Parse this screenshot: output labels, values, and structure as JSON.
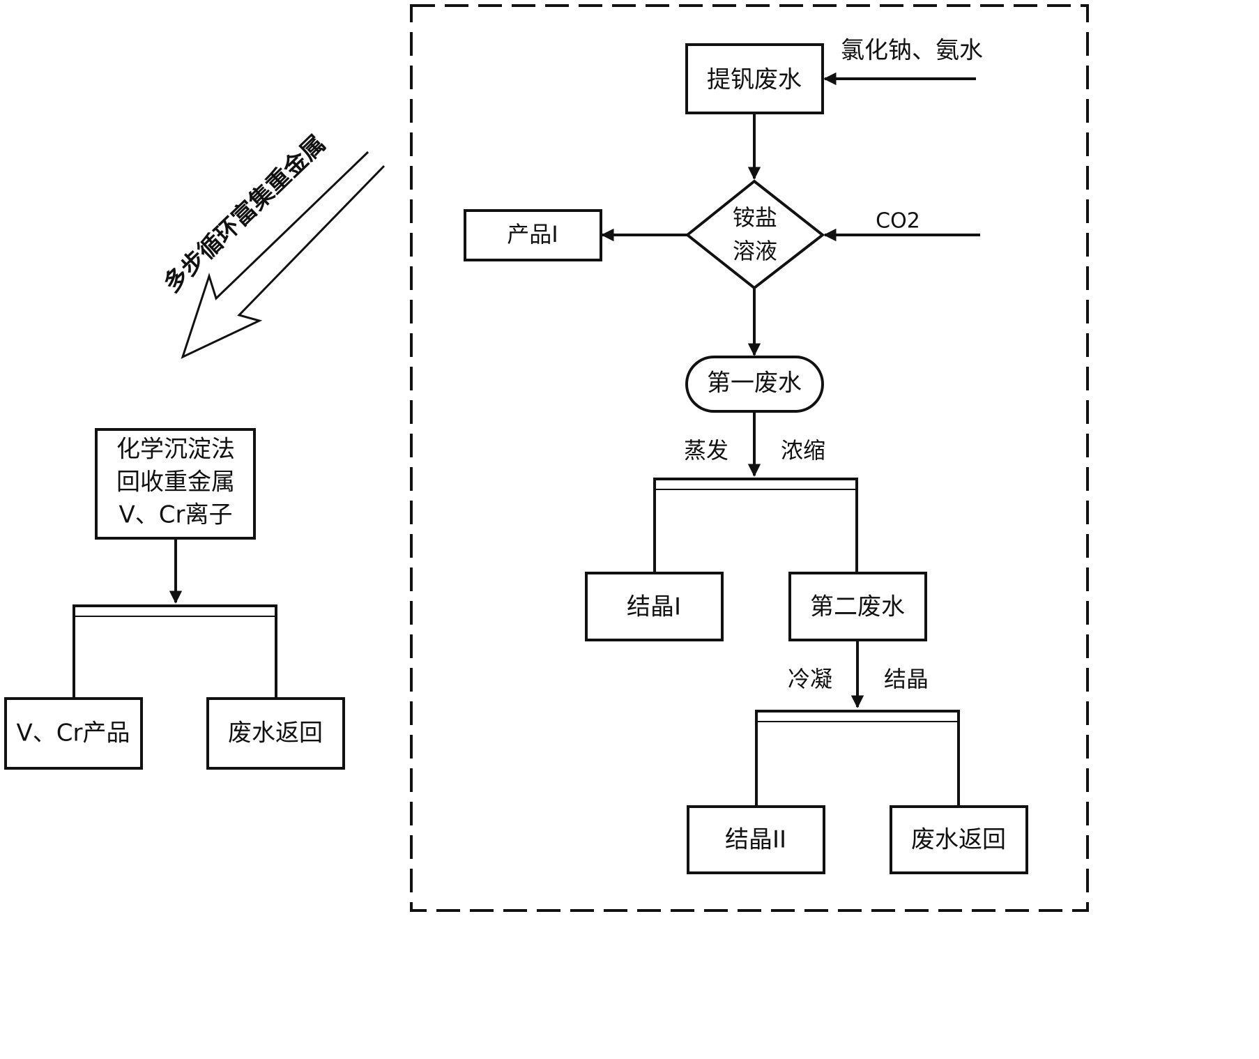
{
  "diagram": {
    "enrich_label": "多步循环富集重金属",
    "left_flow": {
      "process_box": {
        "line1": "化学沉淀法",
        "line2": "回收重金属",
        "line3": "V、Cr离子"
      },
      "output_products": "V、Cr产品",
      "output_return": "废水返回"
    },
    "right_flow": {
      "start": "提钒废水",
      "input_reagents": "氯化钠、氨水",
      "decision": {
        "line1": "铵盐",
        "line2": "溶液"
      },
      "input_co2": "CO2",
      "product_1": "产品I",
      "first_wastewater": "第一废水",
      "step_evaporate": "蒸发",
      "step_concentrate": "浓缩",
      "crystal_1": "结晶I",
      "second_wastewater": "第二废水",
      "step_condense": "冷凝",
      "step_crystallize": "结晶",
      "crystal_2": "结晶II",
      "output_return": "废水返回"
    }
  }
}
